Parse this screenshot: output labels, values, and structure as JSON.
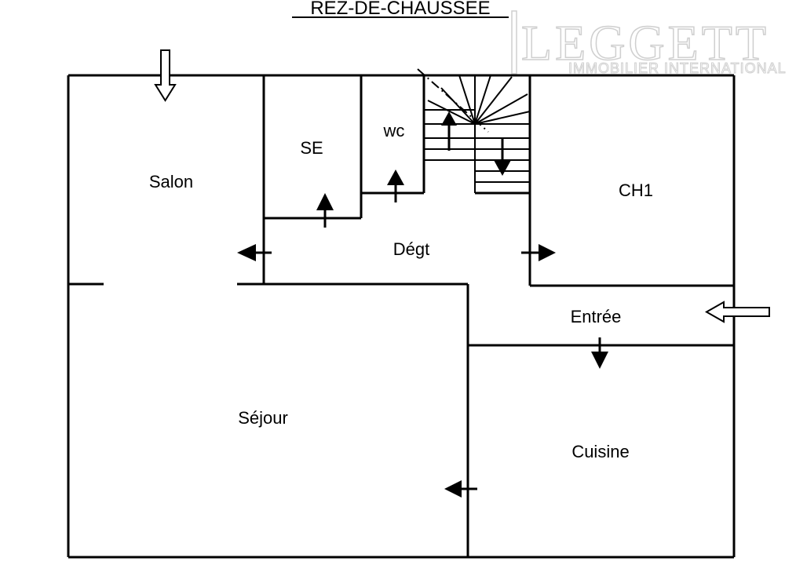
{
  "title": "REZ-DE-CHAUSSEE",
  "logo": {
    "name": "LEGGETT",
    "tagline": "IMMOBILIER INTERNATIONAL"
  },
  "rooms": {
    "salon": "Salon",
    "se": "SE",
    "wc": "wc",
    "degt": "Dégt",
    "ch1": "CH1",
    "entree": "Entrée",
    "sejour": "Séjour",
    "cuisine": "Cuisine"
  },
  "colors": {
    "lines": "#000000",
    "background": "#ffffff",
    "logo_outline": "#cfcfcf"
  }
}
